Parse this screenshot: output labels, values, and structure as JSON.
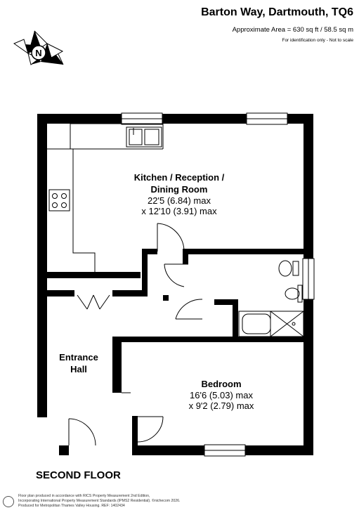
{
  "header": {
    "title": "Barton Way, Dartmouth, TQ6",
    "area": "Approximate Area = 630 sq ft / 58.5 sq m",
    "note": "For identification only - Not to scale"
  },
  "compass_letter": "N",
  "rooms": [
    {
      "id": "kitchen",
      "name_lines": [
        "Kitchen / Reception /",
        "Dining Room"
      ],
      "dim1": "22'5 (6.84) max",
      "dim2": "x 12'10 (3.91) max"
    },
    {
      "id": "hall",
      "name_lines": [
        "Entrance",
        "Hall"
      ]
    },
    {
      "id": "bedroom",
      "name_lines": [
        "Bedroom"
      ],
      "dim1": "16'6 (5.03) max",
      "dim2": "x 9'2 (2.79) max"
    }
  ],
  "floor_label": "SECOND FLOOR",
  "footer_lines": [
    "Floor plan produced in accordance with RICS Property Measurement 2nd Edition,",
    "Incorporating International Property Measurement Standards (IPMS2 Residential).  ©nichecom 2026.",
    "Produced for Metropolitan Thames Valley Housing.   REF: 1402434"
  ]
}
